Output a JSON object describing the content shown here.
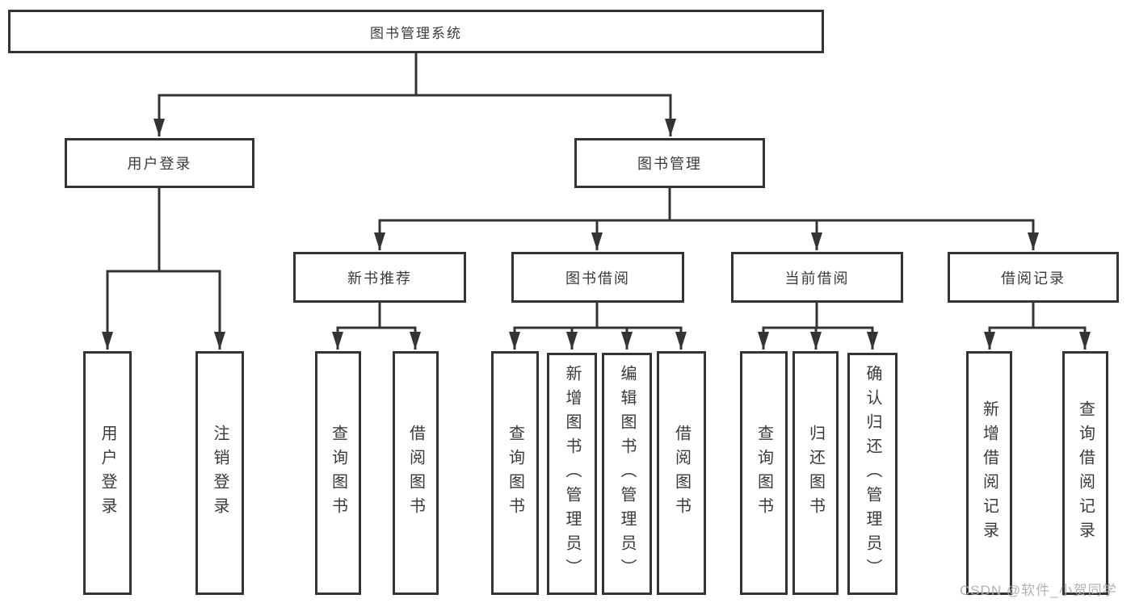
{
  "tree": {
    "root": "图书管理系统",
    "branches": [
      {
        "label": "用户登录",
        "children": [
          "用户登录",
          "注销登录"
        ]
      },
      {
        "label": "图书管理",
        "groups": [
          {
            "label": "新书推荐",
            "children": [
              "查询图书",
              "借阅图书"
            ]
          },
          {
            "label": "图书借阅",
            "children": [
              "查询图书",
              "新增图书（管理员）",
              "编辑图书（管理员）",
              "借阅图书"
            ]
          },
          {
            "label": "当前借阅",
            "children": [
              "查询图书",
              "归还图书",
              "确认归还（管理员）"
            ]
          },
          {
            "label": "借阅记录",
            "children": [
              "新增借阅记录",
              "查询借阅记录"
            ]
          }
        ]
      }
    ]
  },
  "watermark": "CSDN @软件_小贺同学",
  "colors": {
    "line": "#343434",
    "box_border": "#343434",
    "text": "#3a3a3a",
    "background": "#ffffff",
    "watermark": "#afafaf"
  }
}
